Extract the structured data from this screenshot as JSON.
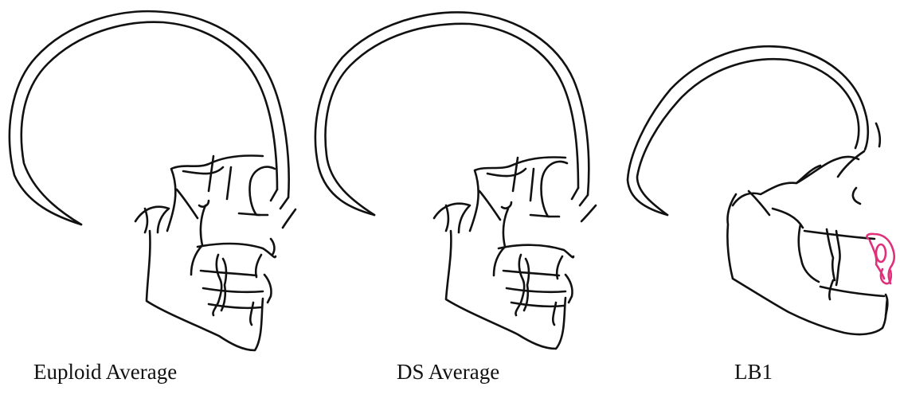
{
  "panels": [
    {
      "label": "Euploid Average"
    },
    {
      "label": "DS Average"
    },
    {
      "label": "LB1"
    }
  ],
  "colors": {
    "outline": "#111111",
    "highlight": "#e0307a",
    "background": "#ffffff"
  }
}
